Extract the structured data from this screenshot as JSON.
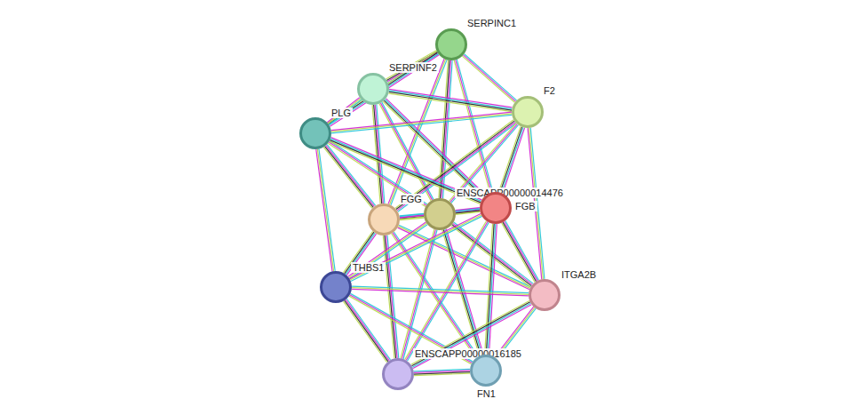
{
  "diagram": {
    "nodes": [
      {
        "text": [
          "SERPINC1"
        ]
      },
      {
        "text": [
          "SERPINF2"
        ]
      },
      {
        "text": [
          "F2"
        ]
      },
      {
        "text": [
          "PLG"
        ]
      },
      {
        "text": [
          "FGG"
        ]
      },
      {
        "text": [
          "ENSCAPP00000014476"
        ]
      },
      {
        "text": [
          "FGB"
        ]
      },
      {
        "text": [
          "THBS1"
        ]
      },
      {
        "text": [
          "ITGA2B"
        ]
      },
      {
        "text": [
          "ENSCAPP00000016185"
        ]
      },
      {
        "text": [
          "FN1"
        ]
      }
    ],
    "edges": [
      {
        "from": 0,
        "to": 1,
        "arrow": "none"
      },
      {
        "from": 0,
        "to": 2,
        "arrow": "none"
      },
      {
        "from": 0,
        "to": 3,
        "arrow": "none"
      },
      {
        "from": 0,
        "to": 4,
        "arrow": "none"
      },
      {
        "from": 0,
        "to": 5,
        "arrow": "none"
      },
      {
        "from": 0,
        "to": 6,
        "arrow": "none"
      },
      {
        "from": 1,
        "to": 2,
        "arrow": "none"
      },
      {
        "from": 1,
        "to": 3,
        "arrow": "none"
      },
      {
        "from": 1,
        "to": 4,
        "arrow": "none"
      },
      {
        "from": 1,
        "to": 5,
        "arrow": "none"
      },
      {
        "from": 1,
        "to": 6,
        "arrow": "none"
      },
      {
        "from": 2,
        "to": 3,
        "arrow": "none"
      },
      {
        "from": 2,
        "to": 4,
        "arrow": "none"
      },
      {
        "from": 2,
        "to": 5,
        "arrow": "none"
      },
      {
        "from": 2,
        "to": 6,
        "arrow": "none"
      },
      {
        "from": 2,
        "to": 8,
        "arrow": "none"
      },
      {
        "from": 3,
        "to": 4,
        "arrow": "none"
      },
      {
        "from": 3,
        "to": 5,
        "arrow": "none"
      },
      {
        "from": 3,
        "to": 6,
        "arrow": "none"
      },
      {
        "from": 3,
        "to": 7,
        "arrow": "none"
      },
      {
        "from": 4,
        "to": 5,
        "arrow": "none"
      },
      {
        "from": 4,
        "to": 6,
        "arrow": "none"
      },
      {
        "from": 4,
        "to": 7,
        "arrow": "none"
      },
      {
        "from": 4,
        "to": 8,
        "arrow": "none"
      },
      {
        "from": 4,
        "to": 9,
        "arrow": "none"
      },
      {
        "from": 4,
        "to": 10,
        "arrow": "none"
      },
      {
        "from": 5,
        "to": 6,
        "arrow": "none"
      },
      {
        "from": 5,
        "to": 7,
        "arrow": "none"
      },
      {
        "from": 5,
        "to": 8,
        "arrow": "none"
      },
      {
        "from": 5,
        "to": 9,
        "arrow": "none"
      },
      {
        "from": 5,
        "to": 10,
        "arrow": "none"
      },
      {
        "from": 6,
        "to": 7,
        "arrow": "none"
      },
      {
        "from": 6,
        "to": 8,
        "arrow": "none"
      },
      {
        "from": 6,
        "to": 9,
        "arrow": "none"
      },
      {
        "from": 6,
        "to": 10,
        "arrow": "none"
      },
      {
        "from": 7,
        "to": 8,
        "arrow": "none"
      },
      {
        "from": 7,
        "to": 9,
        "arrow": "none"
      },
      {
        "from": 7,
        "to": 10,
        "arrow": "none"
      },
      {
        "from": 8,
        "to": 9,
        "arrow": "none"
      },
      {
        "from": 8,
        "to": 10,
        "arrow": "none"
      },
      {
        "from": 9,
        "to": 10,
        "arrow": "none"
      }
    ]
  }
}
